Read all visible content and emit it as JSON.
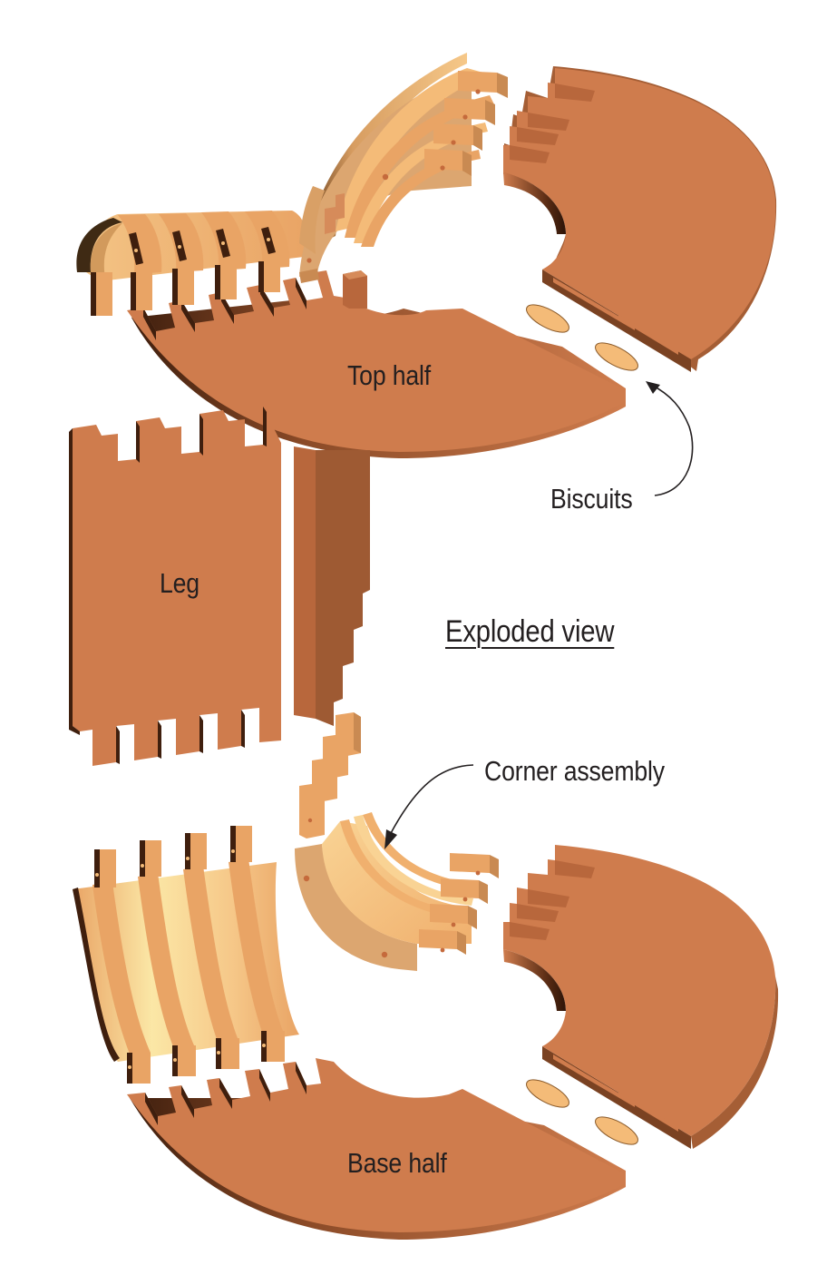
{
  "diagram": {
    "title": "Exploded view",
    "labels": {
      "top_half": "Top half",
      "base_half": "Base half",
      "leg": "Leg",
      "biscuits": "Biscuits",
      "corner_assembly": "Corner assembly"
    },
    "colors": {
      "panel": "#cf7c4d",
      "panel_side": "#a55e35",
      "panel_edge_dark": "#3f1f0e",
      "wood_light": "#f8c98a",
      "wood_mid": "#e9a465",
      "wood_pale": "#fbe7a6",
      "biscuit": "#f4bb78",
      "text": "#231f20",
      "dot": "#c56a3c"
    },
    "parts": {
      "corner_fingers": 5,
      "leg_slots": 4,
      "biscuits_per_joint": 2
    }
  }
}
